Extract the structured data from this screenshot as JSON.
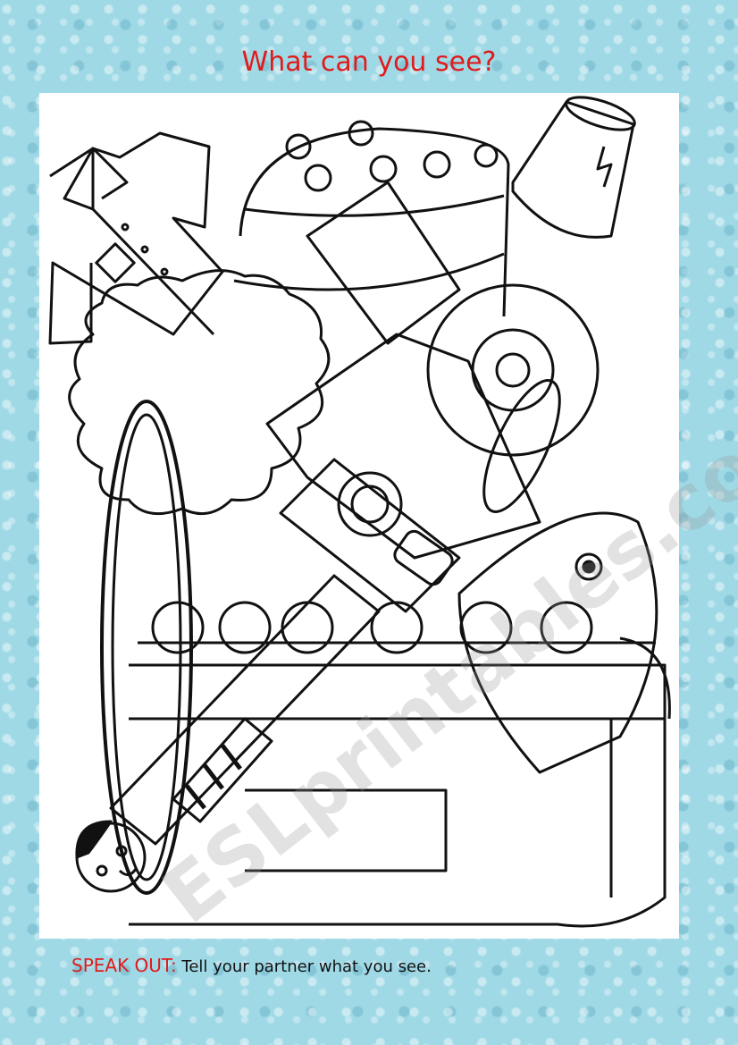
{
  "title": "What can you see?",
  "footer": {
    "label": "SPEAK OUT:",
    "instruction": "Tell your partner what you see."
  },
  "watermark": "ESLprintables.com",
  "colors": {
    "accent": "#e01b1b",
    "background": "#9fd9e6"
  }
}
